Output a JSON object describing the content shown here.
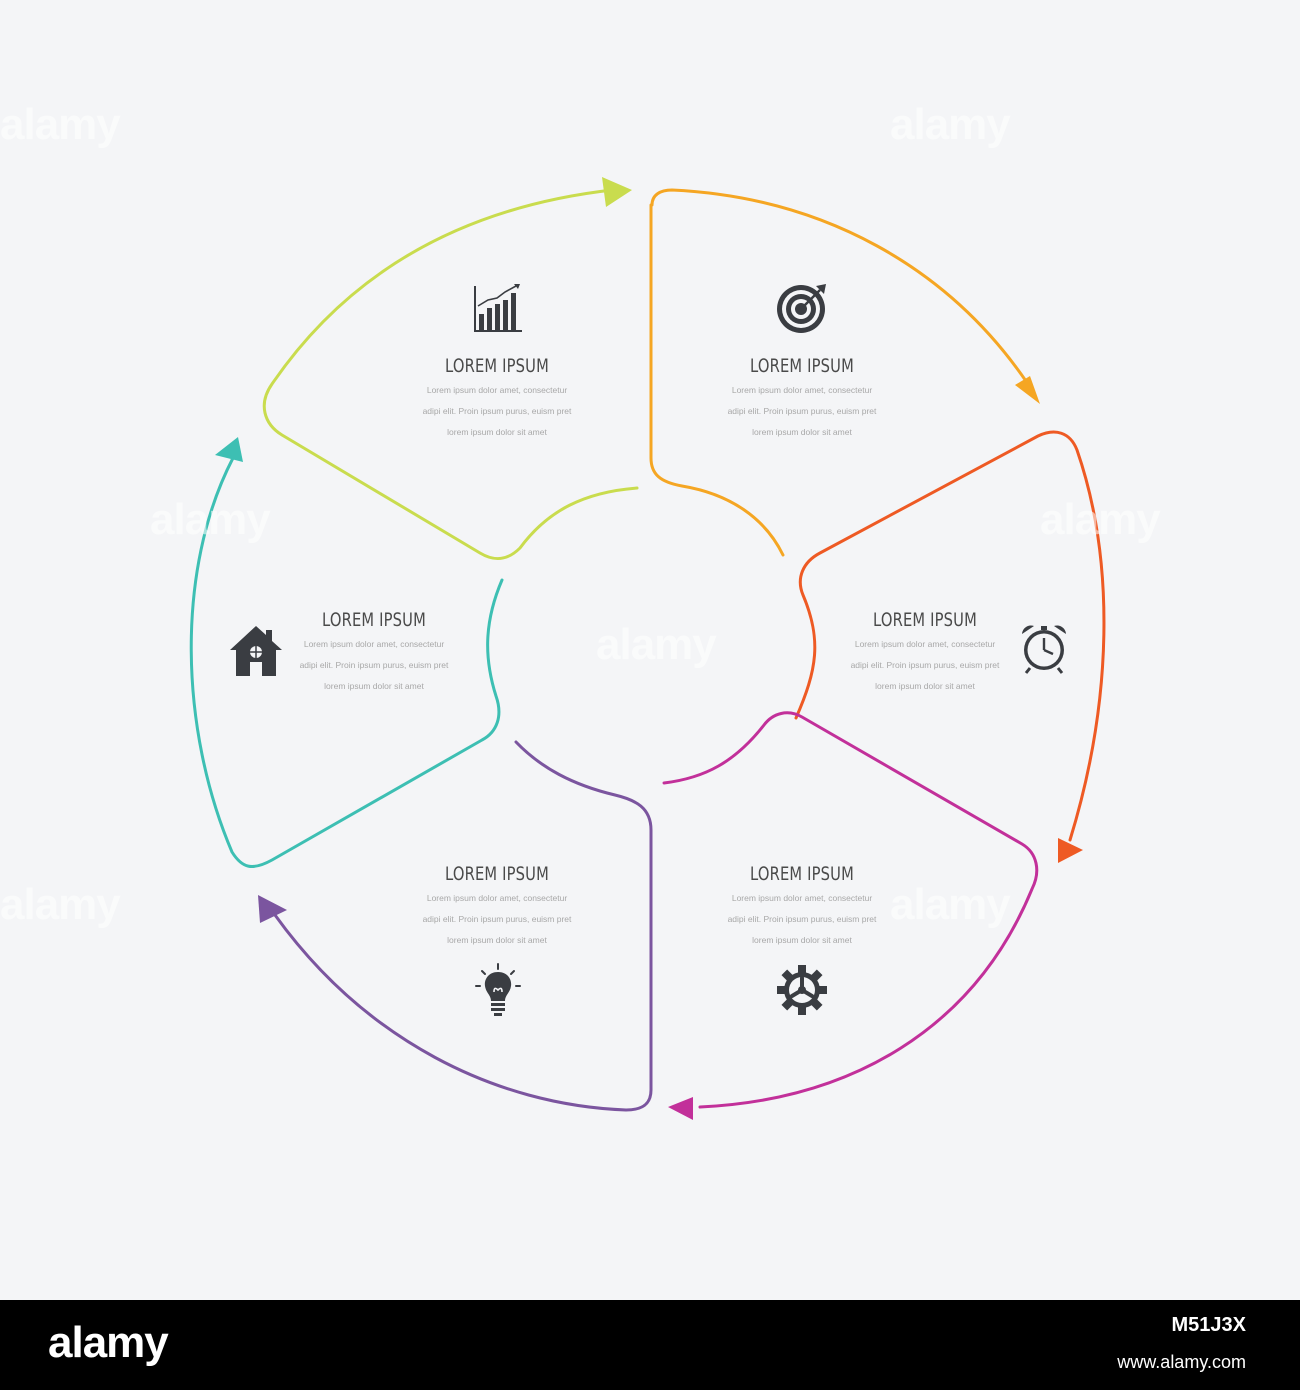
{
  "diagram": {
    "center_label": "",
    "segments": [
      {
        "id": "top-left",
        "title": "LOREM IPSUM",
        "body": "Lorem ipsum dolor amet, consectetur adipi elit. Proin ipsum purus, euism pret lorem ipsum dolor sit amet",
        "icon": "bar-chart-icon",
        "color": "#c9dc4e"
      },
      {
        "id": "top-right",
        "title": "LOREM IPSUM",
        "body": "Lorem ipsum dolor amet, consectetur adipi elit. Proin ipsum purus, euism pret lorem ipsum dolor sit amet",
        "icon": "target-icon",
        "color": "#f5a623"
      },
      {
        "id": "right",
        "title": "LOREM IPSUM",
        "body": "Lorem ipsum dolor amet, consectetur adipi elit. Proin ipsum purus, euism pret lorem ipsum dolor sit amet",
        "icon": "alarm-clock-icon",
        "color": "#ee5a24"
      },
      {
        "id": "bottom-right",
        "title": "LOREM IPSUM",
        "body": "Lorem ipsum dolor amet, consectetur adipi elit. Proin ipsum purus, euism pret lorem ipsum dolor sit amet",
        "icon": "gear-icon",
        "color": "#c2309a"
      },
      {
        "id": "bottom-left",
        "title": "LOREM IPSUM",
        "body": "Lorem ipsum dolor amet, consectetur adipi elit. Proin ipsum purus, euism pret lorem ipsum dolor sit amet",
        "icon": "lightbulb-icon",
        "color": "#7b559f"
      },
      {
        "id": "left",
        "title": "LOREM IPSUM",
        "body": "Lorem ipsum dolor amet, consectetur adipi elit. Proin ipsum purus, euism pret lorem ipsum dolor sit amet",
        "icon": "house-icon",
        "color": "#3dbfb3"
      }
    ],
    "icon_color": "#3a3d42",
    "background": "#f4f5f7"
  },
  "watermark": {
    "text": "alamy"
  },
  "footer": {
    "logo": "alamy",
    "image_id": "M51J3X",
    "url": "www.alamy.com"
  }
}
